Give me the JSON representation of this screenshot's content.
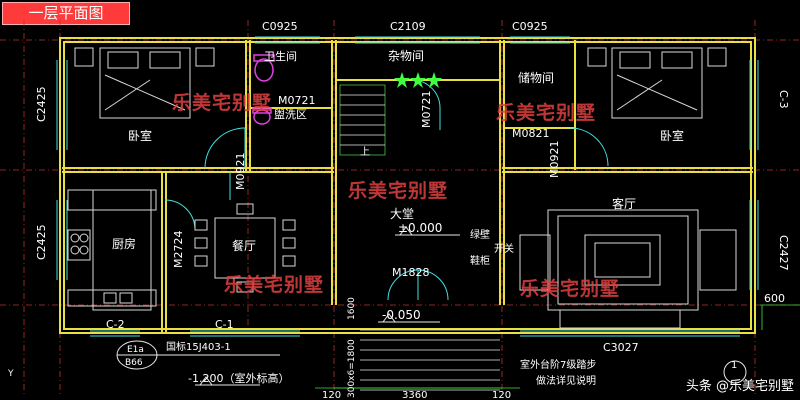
{
  "title": "一层平面图",
  "rooms": {
    "bedroom_left": "卧室",
    "bedroom_right": "卧室",
    "bathroom": "卫生间",
    "washing": "盥洗区",
    "utility": "杂物间",
    "storage": "储物间",
    "kitchen": "厨房",
    "dining": "餐厅",
    "hall": "大堂",
    "living": "客厅"
  },
  "windows": {
    "top_left": "C0925",
    "top_center": "C2109",
    "top_right": "C0925",
    "left_upper": "C2425",
    "left_lower": "C2425",
    "right_upper": "C-3",
    "right_lower": "C2427",
    "bottom_c2": "C-2",
    "bottom_c1": "C-1",
    "bottom_c3027": "C3027"
  },
  "doors": {
    "m0721_bath": "M0721",
    "m0721_utility": "M0721",
    "m0921_left": "M0921",
    "m0921_right": "M0921",
    "m0821": "M0821",
    "m1828": "M1828",
    "m2724": "M2724"
  },
  "elevations": {
    "hall": "±0.000",
    "porch": "-0.050",
    "outdoor": "-1.200（室外标高）"
  },
  "annotations": {
    "switch1": "绿壁",
    "switch2": "鞋柜",
    "switch3": "开关",
    "standard": "国标15J403-1",
    "tag_top": "E1a",
    "tag_bottom": "B66",
    "steps_note": "室外台阶7级踏步",
    "practice_note": "做法详见说明",
    "stairs_dim": "300x6=1800",
    "dim_1600": "1600",
    "dim_600": "600",
    "up_mark": "上",
    "section_mark": "1",
    "y_mark": "Y"
  },
  "dimensions": {
    "bottom_120_left": "120",
    "bottom_3360": "3360",
    "bottom_120_right": "120"
  },
  "watermark": "乐美宅别墅",
  "credit": "头条 @乐美宅别墅"
}
